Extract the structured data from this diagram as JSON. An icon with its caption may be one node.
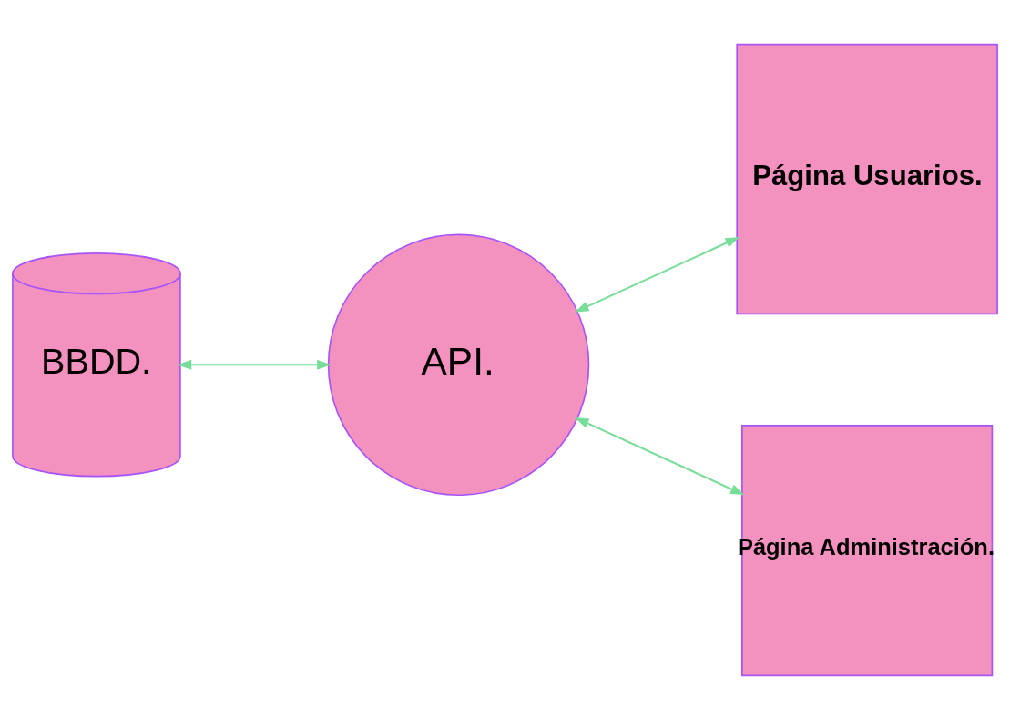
{
  "diagram": {
    "nodes": [
      {
        "text": [
          "BBDD."
        ]
      },
      {
        "text": [
          "API."
        ]
      },
      {
        "text": [
          "Página Usuarios."
        ]
      },
      {
        "text": [
          "Página Administración."
        ]
      }
    ],
    "edges": [
      {
        "from": 0,
        "to": 1,
        "arrow": "both"
      },
      {
        "from": 1,
        "to": 2,
        "arrow": "both"
      },
      {
        "from": 1,
        "to": 3,
        "arrow": "both"
      }
    ]
  }
}
